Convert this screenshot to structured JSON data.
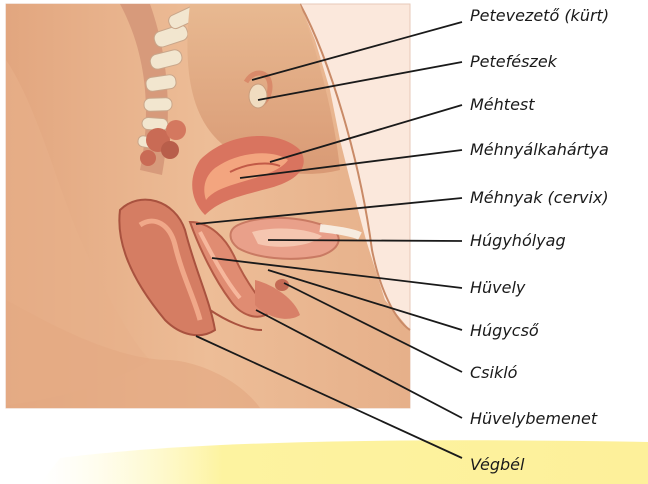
{
  "labels": {
    "fallopian_tube": "Petevezető (kürt)",
    "ovary": "Petefészek",
    "uterus_body": "Méhtest",
    "endometrium": "Méhnyálkahártya",
    "cervix": "Méhnyak (cervix)",
    "bladder": "Húgyhólyag",
    "vagina": "Hüvely",
    "urethra": "Húgycső",
    "clitoris": "Csikló",
    "vaginal_opening": "Hüvelybemenet",
    "rectum": "Végbél"
  },
  "colors": {
    "skin": "#e8b48c",
    "flesh": "#e89a7a",
    "organ": "#d9745f",
    "lining": "#f3a57f",
    "bone": "#f2e6cf",
    "highlight_band": "#fdf3a0"
  }
}
